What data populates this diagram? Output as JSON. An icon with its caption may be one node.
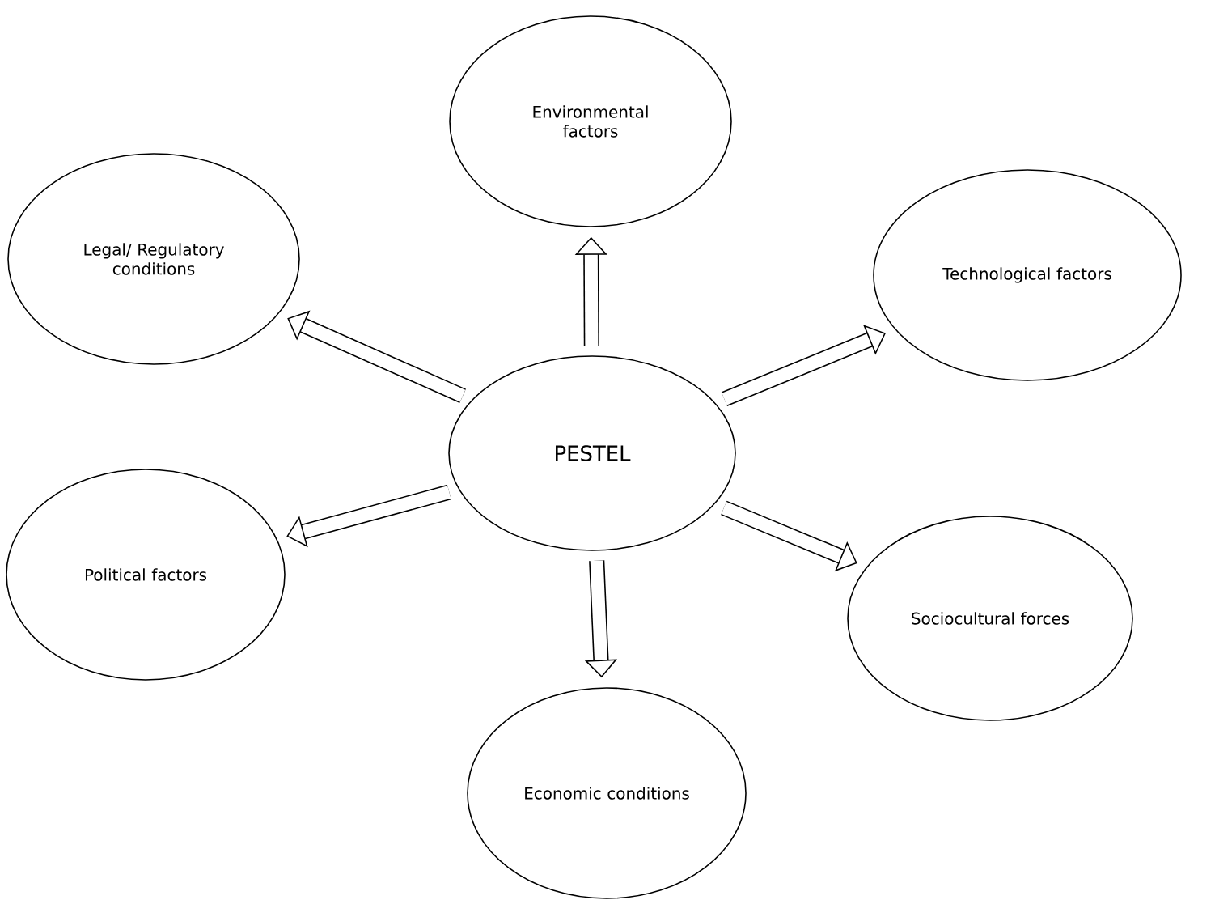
{
  "diagram": {
    "nodes": [
      {
        "text": [
          "PESTEL"
        ]
      },
      {
        "text": [
          "Environmental factors"
        ]
      },
      {
        "text": [
          "Legal/ Regulatory conditions"
        ]
      },
      {
        "text": [
          "Technological factors"
        ]
      },
      {
        "text": [
          "Political factors"
        ]
      },
      {
        "text": [
          "Sociocultural forces"
        ]
      },
      {
        "text": [
          "Economic conditions"
        ]
      }
    ],
    "edges": [
      {
        "from": 0,
        "to": 1,
        "arrow": "to"
      },
      {
        "from": 0,
        "to": 2,
        "arrow": "to"
      },
      {
        "from": 0,
        "to": 3,
        "arrow": "to"
      },
      {
        "from": 0,
        "to": 4,
        "arrow": "to"
      },
      {
        "from": 0,
        "to": 5,
        "arrow": "to"
      },
      {
        "from": 0,
        "to": 6,
        "arrow": "to"
      }
    ]
  }
}
